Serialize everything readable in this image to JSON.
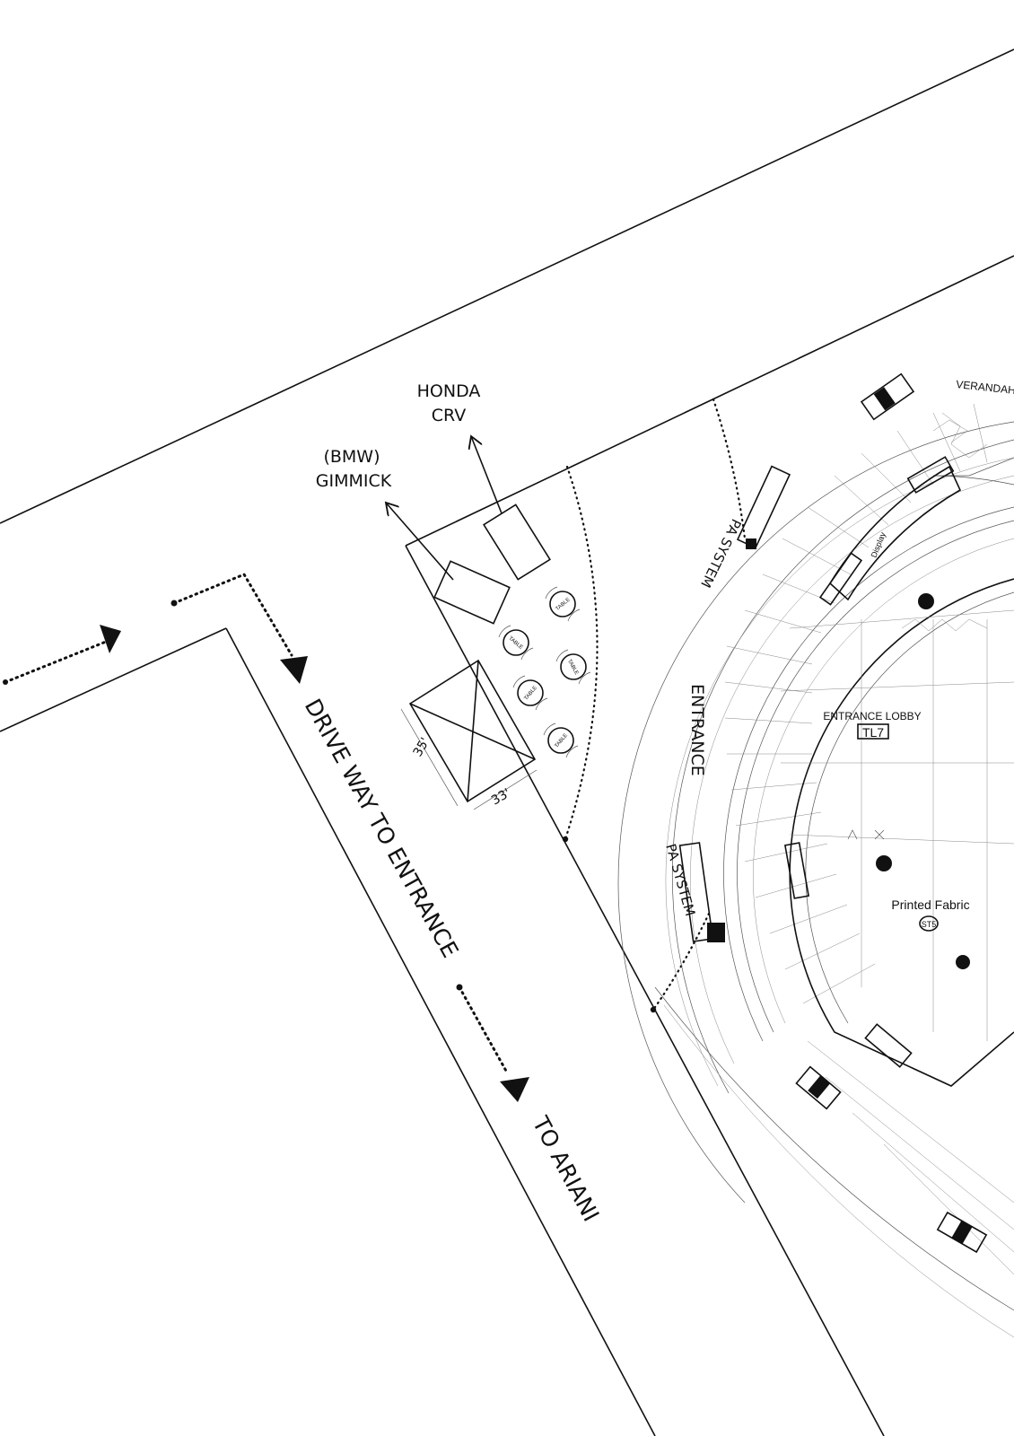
{
  "labels": {
    "honda_line1": "HONDA",
    "honda_line2": "CRV",
    "bmw_line1": "(BMW)",
    "bmw_line2": "GIMMICK",
    "driveway": "DRIVE WAY TO ENTRANCE",
    "to_ariani": "TO ARIANI",
    "pa_system_top": "PA SYSTEM",
    "pa_system_bottom": "PA SYSTEM",
    "entrance": "ENTRANCE",
    "verandah": "VERANDAH",
    "entrance_lobby": "ENTRANCE LOBBY",
    "lobby_tag": "TL7",
    "printed_fabric": "Printed Fabric",
    "fabric_tag": "ST5",
    "display": "Display",
    "dim_35": "35'",
    "dim_33": "33'",
    "table": "TABLE"
  },
  "tables_count": 5
}
